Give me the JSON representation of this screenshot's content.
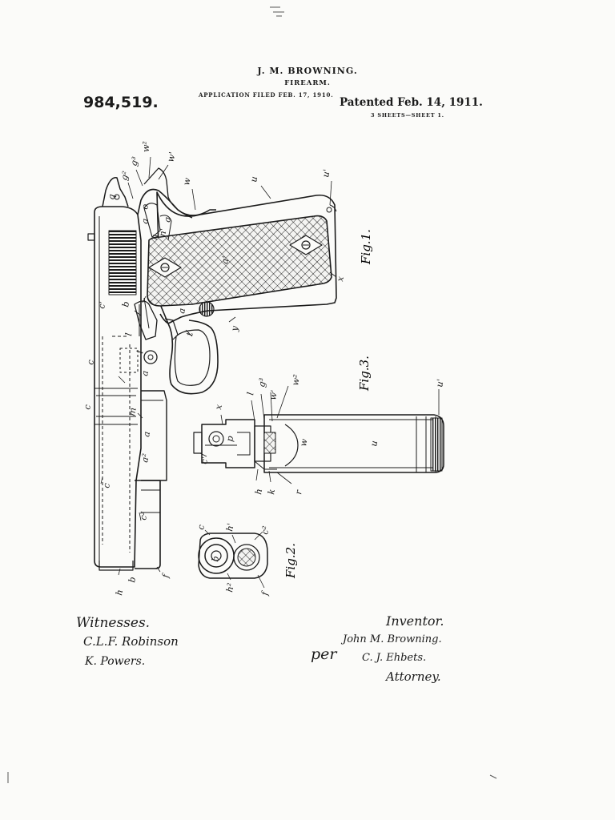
{
  "header": {
    "inventor_name": "J. M. BROWNING.",
    "title": "FIREARM.",
    "filed": "APPLICATION FILED FEB. 17, 1910.",
    "patent_number": "984,519.",
    "patented": "Patented Feb. 14, 1911.",
    "sheets": "3 SHEETS—SHEET 1."
  },
  "figures": {
    "fig1": "Fig.1.",
    "fig2": "Fig.2.",
    "fig3": "Fig.3."
  },
  "reference_letters": {
    "w2_top": "w²",
    "w1_top": "w'",
    "g3_top": "g³",
    "g2_top": "g²",
    "w_top": "w",
    "u_top": "u",
    "u1_top": "u'",
    "q": "q",
    "o": "o",
    "a1": "a",
    "a2": "a",
    "n1": "n'",
    "n": "n",
    "a_prime": "a'",
    "c1": "c'",
    "a3": "a",
    "y": "y",
    "x": "x",
    "t": "t",
    "b": "b",
    "l": "l",
    "i": "i",
    "a4": "a",
    "c_top": "c",
    "m": "m",
    "a5": "a",
    "c_lower": "c",
    "a2_sup": "a²",
    "c2": "c²",
    "h": "h",
    "b2": "b",
    "f": "f",
    "fig3_x": "x",
    "fig3_p": "p",
    "fig3_l": "l",
    "fig3_g3": "g³",
    "fig3_w1": "w'",
    "fig3_w2": "w²",
    "fig3_c1": "c'",
    "fig3_w": "w",
    "fig3_u": "u",
    "fig3_u1": "u'",
    "fig3_h": "h",
    "fig3_k": "k",
    "fig3_r": "r",
    "fig2_c": "c",
    "fig2_h1": "h'",
    "fig2_c2": "c²",
    "fig2_b": "b",
    "fig2_h2": "h²",
    "fig2_f": "f"
  },
  "signatures": {
    "witnesses_label": "Witnesses.",
    "witness_1": "C.L.F. Robinson",
    "witness_2": "K. Powers.",
    "inventor_label": "Inventor.",
    "inventor_signature": "John M. Browning.",
    "per": "per",
    "attorney_signature": "C. J. Ehbets.",
    "attorney_label": "Attorney."
  }
}
